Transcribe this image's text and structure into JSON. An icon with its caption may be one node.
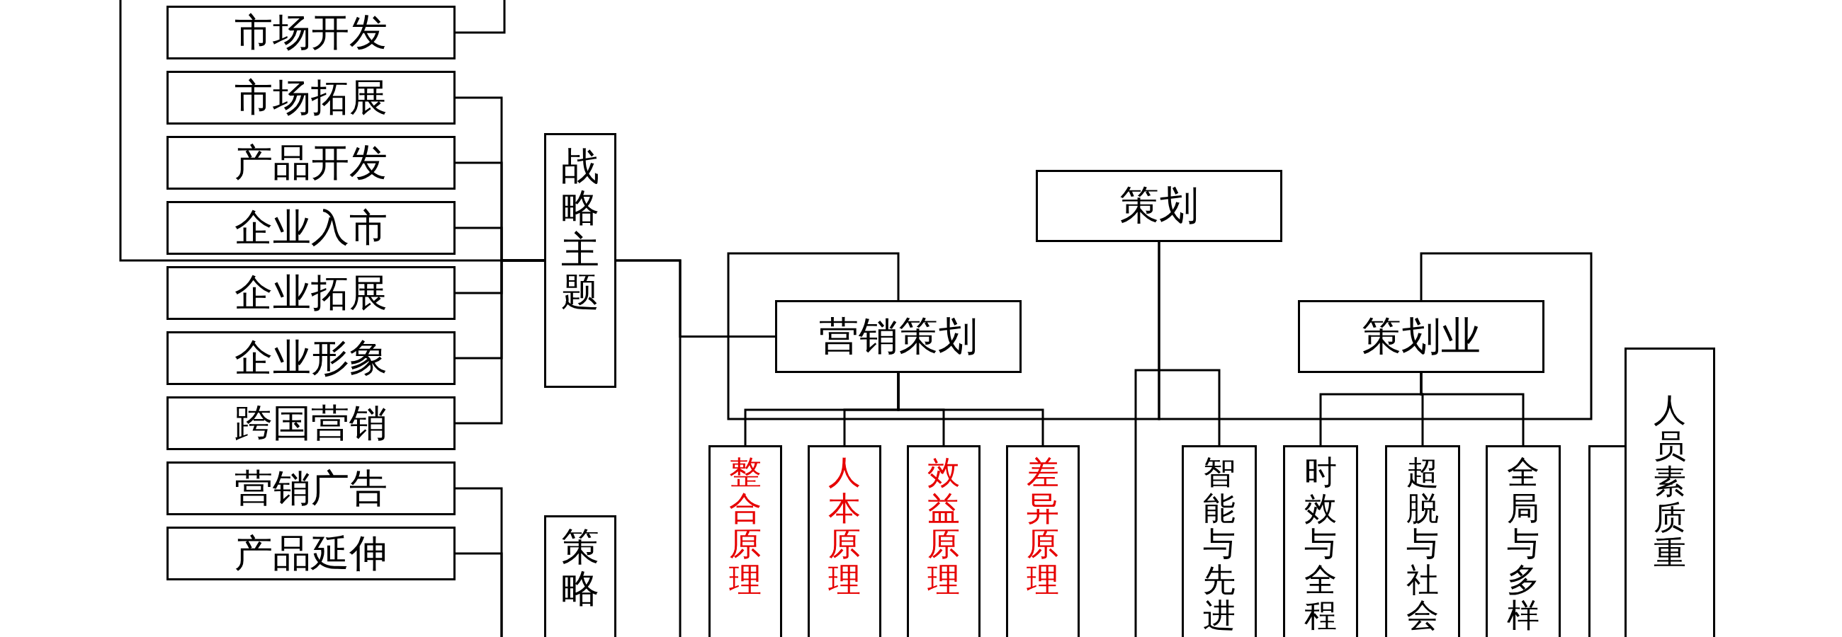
{
  "diagram": {
    "nodes": [
      {
        "text": [
          "市场开发"
        ]
      },
      {
        "text": [
          "市场拓展"
        ]
      },
      {
        "text": [
          "产品开发"
        ]
      },
      {
        "text": [
          "企业入市"
        ]
      },
      {
        "text": [
          "企业拓展"
        ]
      },
      {
        "text": [
          "企业形象"
        ]
      },
      {
        "text": [
          "跨国营销"
        ]
      },
      {
        "text": [
          "营销广告"
        ]
      },
      {
        "text": [
          "产品延伸"
        ]
      },
      {
        "text": [
          "战略主题"
        ]
      },
      {
        "text": [
          "策略"
        ]
      },
      {
        "text": [
          "策划"
        ]
      },
      {
        "text": [
          "营销策划"
        ]
      },
      {
        "text": [
          "策划业"
        ]
      },
      {
        "text": [
          "整合原理"
        ]
      },
      {
        "text": [
          "人本原理"
        ]
      },
      {
        "text": [
          "效益原理"
        ]
      },
      {
        "text": [
          "差异原理"
        ]
      },
      {
        "text": [
          "智能与先进"
        ]
      },
      {
        "text": [
          "时效与全程"
        ]
      },
      {
        "text": [
          "超脱与社会"
        ]
      },
      {
        "text": [
          "全局与多样"
        ]
      },
      {
        "text": [],
        "shape": "box"
      },
      {
        "text": [
          "人员素质重"
        ]
      }
    ],
    "edges": [
      {
        "from": 0,
        "to": null,
        "arrow": "none"
      },
      {
        "from": null,
        "to": 9,
        "arrow": "none"
      },
      {
        "from": 9,
        "to": 1,
        "arrow": "none"
      },
      {
        "from": 9,
        "to": 2,
        "arrow": "none"
      },
      {
        "from": 9,
        "to": 3,
        "arrow": "none"
      },
      {
        "from": 9,
        "to": 4,
        "arrow": "none"
      },
      {
        "from": 9,
        "to": 5,
        "arrow": "none"
      },
      {
        "from": 9,
        "to": 6,
        "arrow": "none"
      },
      {
        "from": 7,
        "to": null,
        "arrow": "none"
      },
      {
        "from": 8,
        "to": null,
        "arrow": "none"
      },
      {
        "from": 9,
        "to": 12,
        "arrow": "none"
      },
      {
        "from": 9,
        "to": null,
        "arrow": "none"
      },
      {
        "from": 12,
        "to": 14,
        "arrow": "none"
      },
      {
        "from": 12,
        "to": 15,
        "arrow": "none"
      },
      {
        "from": 12,
        "to": 16,
        "arrow": "none"
      },
      {
        "from": 12,
        "to": 17,
        "arrow": "none"
      },
      {
        "from": 11,
        "to": 12,
        "arrow": "none"
      },
      {
        "from": 11,
        "to": 13,
        "arrow": "none"
      },
      {
        "from": 18,
        "to": null,
        "arrow": "none"
      },
      {
        "from": 13,
        "to": 19,
        "arrow": "none"
      },
      {
        "from": 13,
        "to": 20,
        "arrow": "none"
      },
      {
        "from": 13,
        "to": 21,
        "arrow": "none"
      }
    ]
  }
}
